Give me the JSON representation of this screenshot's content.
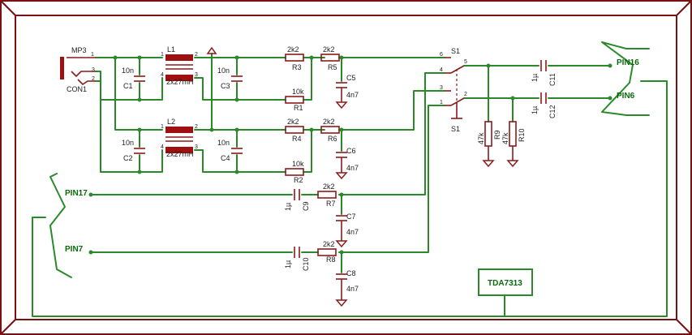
{
  "frame": {
    "outer_color": "#7a1010",
    "wire_color": "#2a8a2a",
    "part_color": "#8b1a1a"
  },
  "connector": {
    "name": "MP3",
    "ref": "CON1",
    "pin1": "1",
    "pin2": "2",
    "pin3": "3"
  },
  "chokes": [
    {
      "ref": "L1",
      "value": "2x27mH",
      "p1": "1",
      "p2": "2",
      "p3": "3",
      "p4": "4"
    },
    {
      "ref": "L2",
      "value": "2x27mH",
      "p1": "1",
      "p2": "2",
      "p3": "3",
      "p4": "4"
    }
  ],
  "caps": {
    "C1": {
      "ref": "C1",
      "value": "10n"
    },
    "C2": {
      "ref": "C2",
      "value": "10n"
    },
    "C3": {
      "ref": "C3",
      "value": "10n"
    },
    "C4": {
      "ref": "C4",
      "value": "10n"
    },
    "C5": {
      "ref": "C5",
      "value": "4n7"
    },
    "C6": {
      "ref": "C6",
      "value": "4n7"
    },
    "C7": {
      "ref": "C7",
      "value": "4n7"
    },
    "C8": {
      "ref": "C8",
      "value": "4n7"
    },
    "C9": {
      "ref": "C9",
      "value": "1µ"
    },
    "C10": {
      "ref": "C10",
      "value": "1µ"
    },
    "C11": {
      "ref": "C11",
      "value": "1µ"
    },
    "C12": {
      "ref": "C12",
      "value": "1µ"
    }
  },
  "resistors": {
    "R1": {
      "ref": "R1",
      "value": "10k"
    },
    "R2": {
      "ref": "R2",
      "value": "10k"
    },
    "R3": {
      "ref": "R3",
      "value": "2k2"
    },
    "R4": {
      "ref": "R4",
      "value": "2k2"
    },
    "R5": {
      "ref": "R5",
      "value": "2k2"
    },
    "R6": {
      "ref": "R6",
      "value": "2k2"
    },
    "R7": {
      "ref": "R7",
      "value": "2k2"
    },
    "R8": {
      "ref": "R8",
      "value": "2k2"
    },
    "R9": {
      "ref": "R9",
      "value": "47k"
    },
    "R10": {
      "ref": "R10",
      "value": "47k"
    }
  },
  "switch": {
    "ref_top": "S1",
    "ref_bottom": "S1",
    "p1": "1",
    "p2": "2",
    "p3": "3",
    "p4": "4",
    "p5": "5",
    "p6": "6"
  },
  "nets": {
    "pin16": "PIN16",
    "pin6": "PIN6",
    "pin17": "PIN17",
    "pin7": "PIN7"
  },
  "chip": {
    "label": "TDA7313"
  }
}
